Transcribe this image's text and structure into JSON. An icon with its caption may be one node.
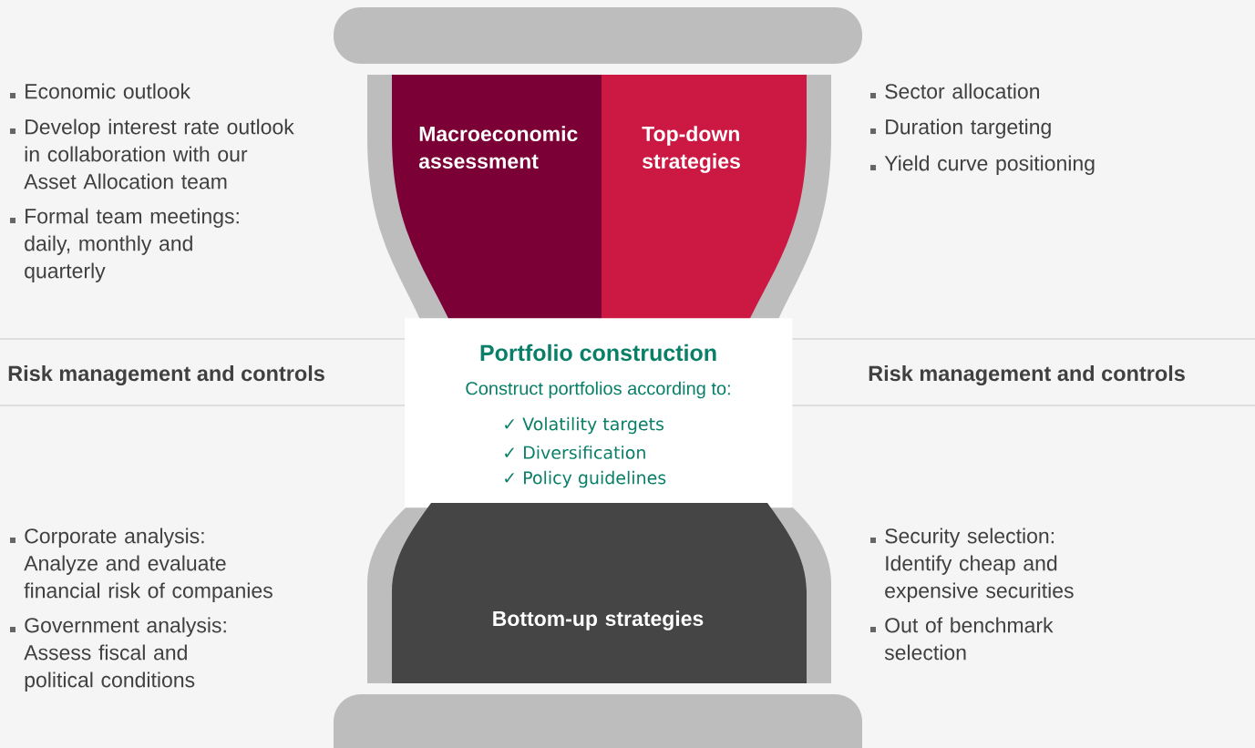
{
  "diagram": {
    "nodes": [
      {
        "text": [
          "Macroeconomic assessment"
        ]
      },
      {
        "text": [
          "Top-down strategies"
        ]
      },
      {
        "text": [
          "Portfolio construction",
          "Construct portfolios according to:",
          "✓ Volatility targets",
          "✓ Diversification",
          "✓ Policy guidelines"
        ]
      },
      {
        "text": [
          "Bottom-up strategies"
        ]
      }
    ],
    "labels": [
      "Economic outlook",
      "Develop interest rate outlook in collaboration with our Asset Allocation team",
      "Formal team meetings: daily, monthly and quarterly",
      "Sector allocation",
      "Duration targeting",
      "Yield curve positioning",
      "Risk management and controls",
      "Risk management and controls",
      "Corporate analysis: Analyze and evaluate financial risk of companies",
      "Government analysis: Assess fiscal and political conditions",
      "Security selection: Identify cheap and expensive securities",
      "Out of benchmark selection"
    ]
  }
}
